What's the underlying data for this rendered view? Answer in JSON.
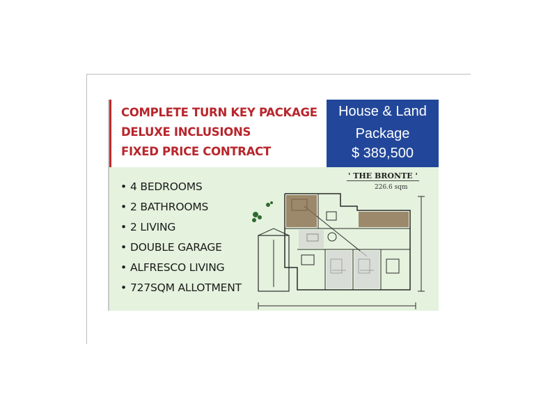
{
  "headline": {
    "lines": [
      "COMPLETE TURN KEY PACKAGE",
      "DELUXE INCLUSIONS",
      "FIXED PRICE CONTRACT"
    ]
  },
  "package": {
    "line1": "House & Land",
    "line2": "Package",
    "price": "$ 389,500"
  },
  "features": [
    "4 BEDROOMS",
    "2 BATHROOMS",
    "2 LIVING",
    "DOUBLE GARAGE",
    "ALFRESCO LIVING",
    "727SQM ALLOTMENT"
  ],
  "bullet_char": "•",
  "floorplan": {
    "name": "' THE BRONTE '",
    "area": "226.6 sqm"
  },
  "colors": {
    "headline_red": "#b8262c",
    "package_blue": "#22479a",
    "card_green": "#e5f2de",
    "room_brown": "#8a6d4c"
  }
}
